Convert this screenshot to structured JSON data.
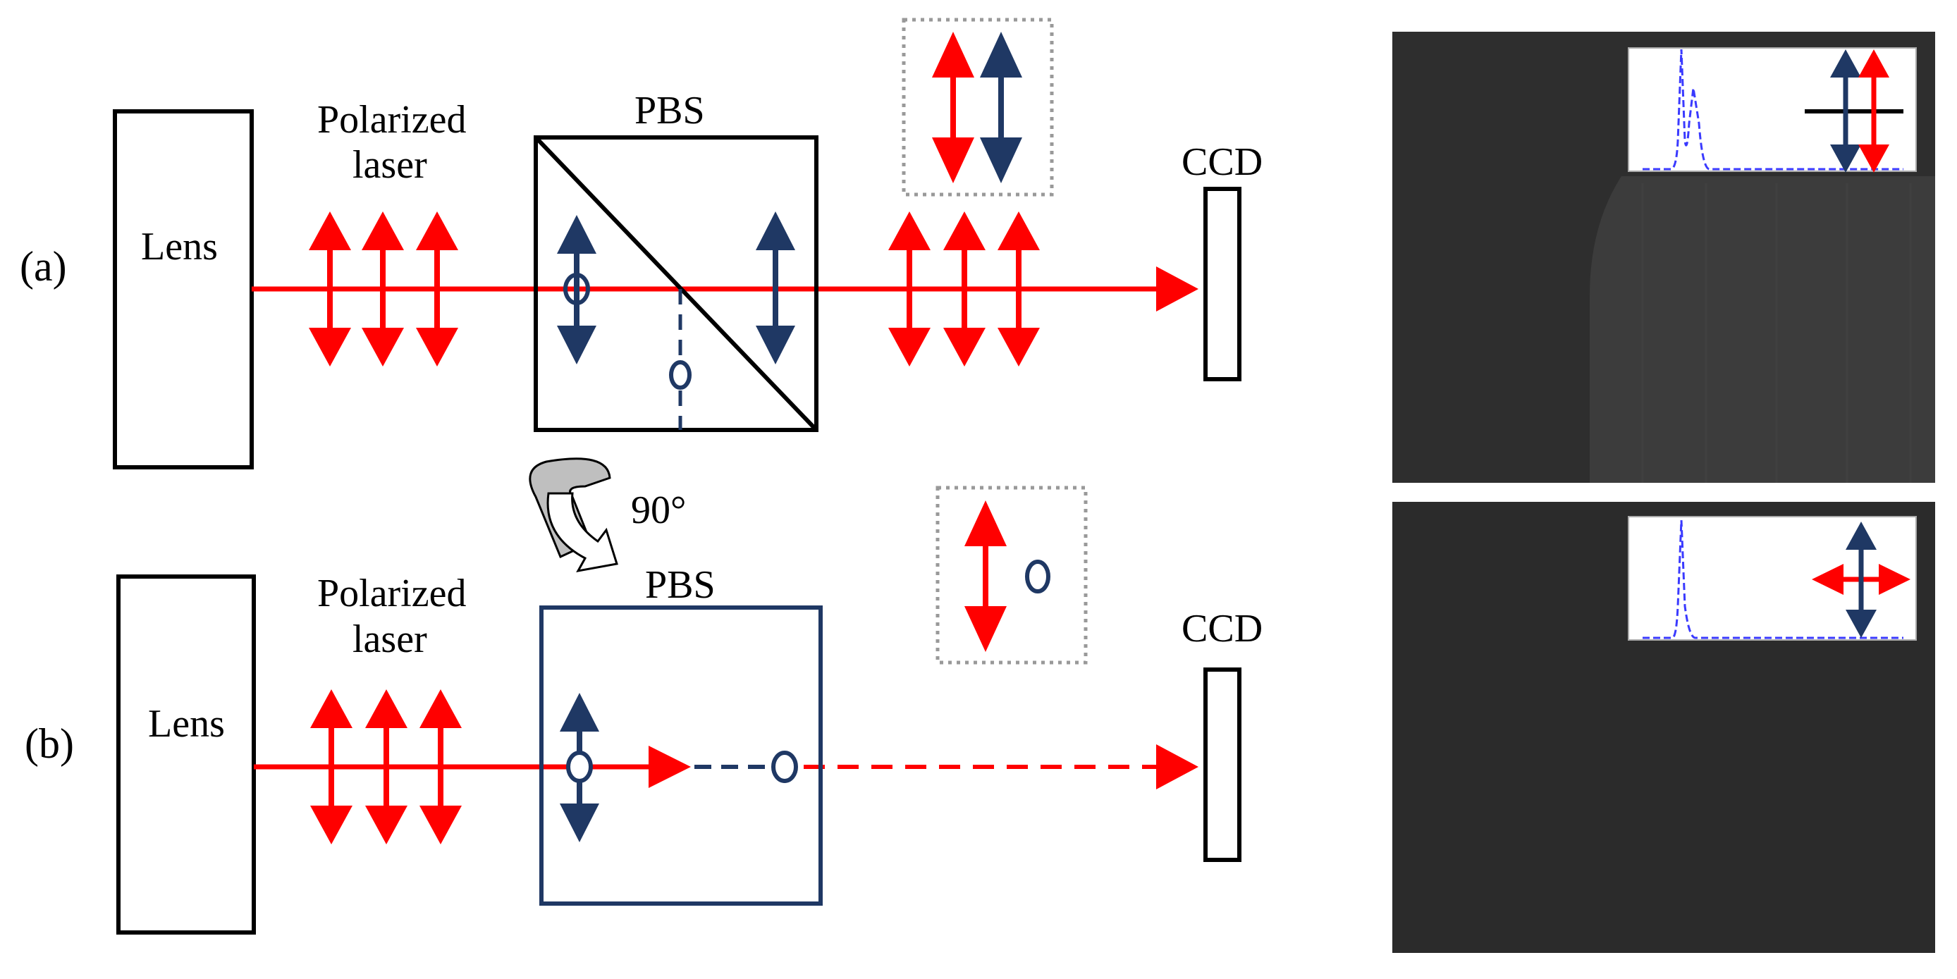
{
  "colors": {
    "red": "#ff0000",
    "navy": "#1f3864",
    "screen_dark": "#333333",
    "inset_blue": "#3a3aff"
  },
  "diagram_a": {
    "panel_label": "(a)",
    "lens_label": "Lens",
    "laser_label_line1": "Polarized",
    "laser_label_line2": "laser",
    "pbs_label": "PBS",
    "ccd_label": "CCD"
  },
  "diagram_b": {
    "panel_label": "(b)",
    "lens_label": "Lens",
    "laser_label_line1": "Polarized",
    "laser_label_line2": "laser",
    "pbs_label": "PBS",
    "ccd_label": "CCD"
  },
  "rotation_label": "90°",
  "icons": {
    "rotate": "curved-rotate-arrow-icon",
    "vertical_polarization": "double-arrow-icon",
    "perpendicular_polarization": "circle-icon"
  }
}
